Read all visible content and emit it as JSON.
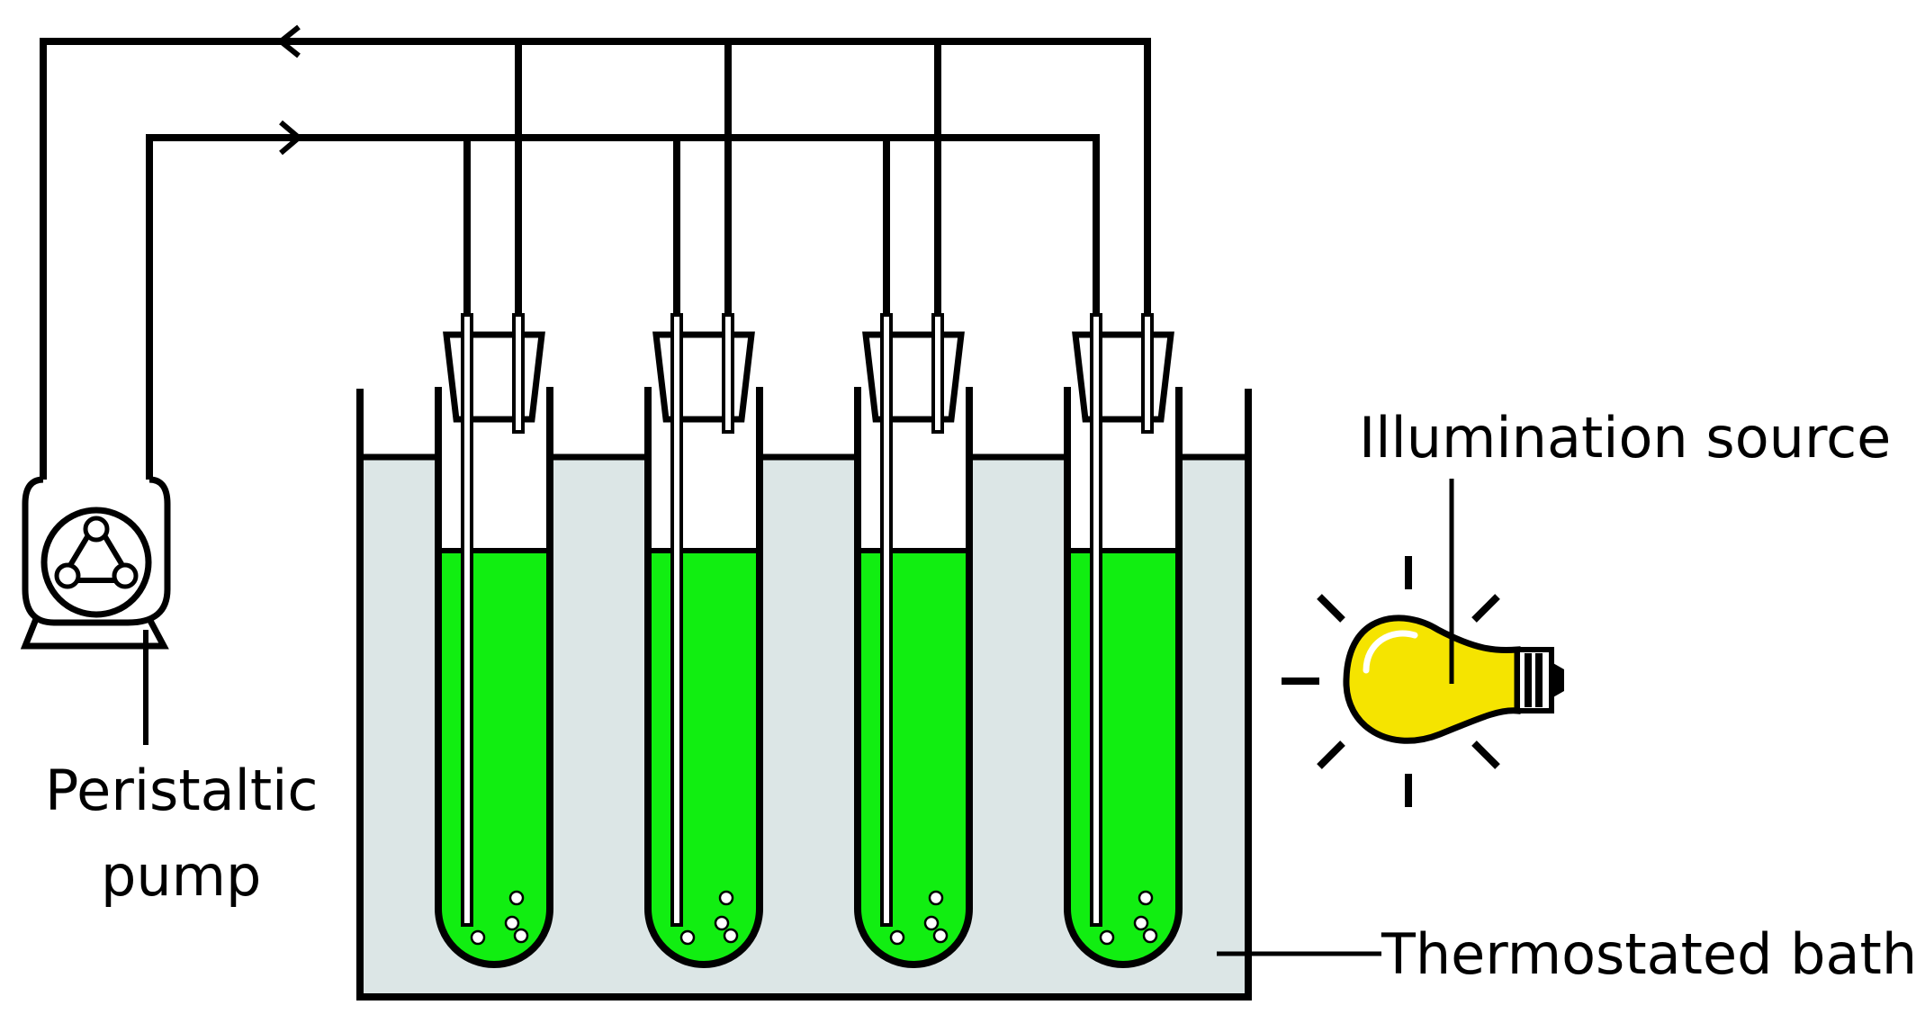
{
  "labels": {
    "pump_line1": "Peristaltic",
    "pump_line2": "pump",
    "illumination": "Illumination source",
    "bath": "Thermostated bath"
  },
  "colors": {
    "line": "#000000",
    "bath_water": "#dce6e6",
    "culture": "#11ee11",
    "bulb": "#f5e400",
    "bulb_highlight": "#ffffff"
  },
  "icons": {
    "pump": "peristaltic-pump-icon",
    "bulb": "light-bulb-icon",
    "flow_arrow": "flow-arrow-icon"
  },
  "reactors": [
    "tube-1",
    "tube-2",
    "tube-3",
    "tube-4"
  ]
}
